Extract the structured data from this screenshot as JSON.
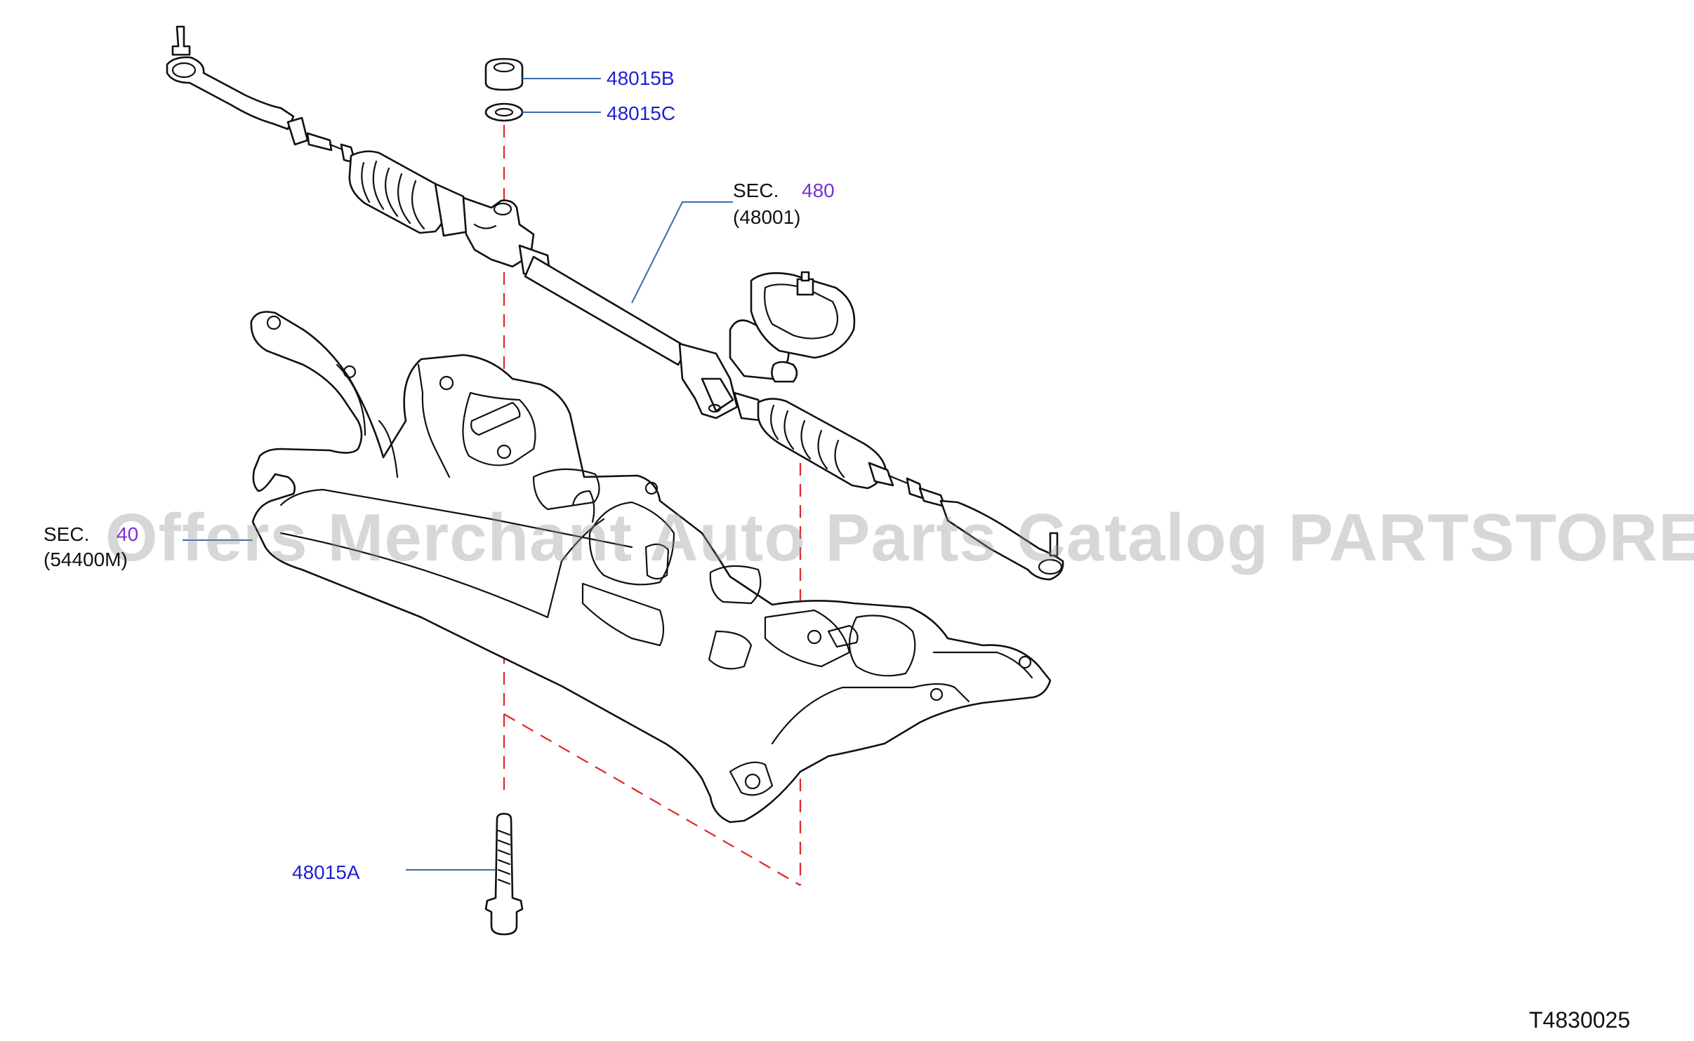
{
  "callouts": {
    "p48015B": "48015B",
    "p48015C": "48015C",
    "p48015A": "48015A"
  },
  "sections": {
    "rack": {
      "prefix": "SEC.",
      "link": "480",
      "sub": "(48001)"
    },
    "member": {
      "prefix": "SEC.",
      "link": "40",
      "sub": "(54400M)"
    }
  },
  "watermark": "Offers Merchant Auto Parts Catalog PARTSTORE.SA",
  "diagram_code": "T4830025",
  "colors": {
    "part_number": "#1f1fd6",
    "section_link": "#7a2fd6",
    "leader": "#3b6aa8",
    "centerline": "#e0252b"
  }
}
